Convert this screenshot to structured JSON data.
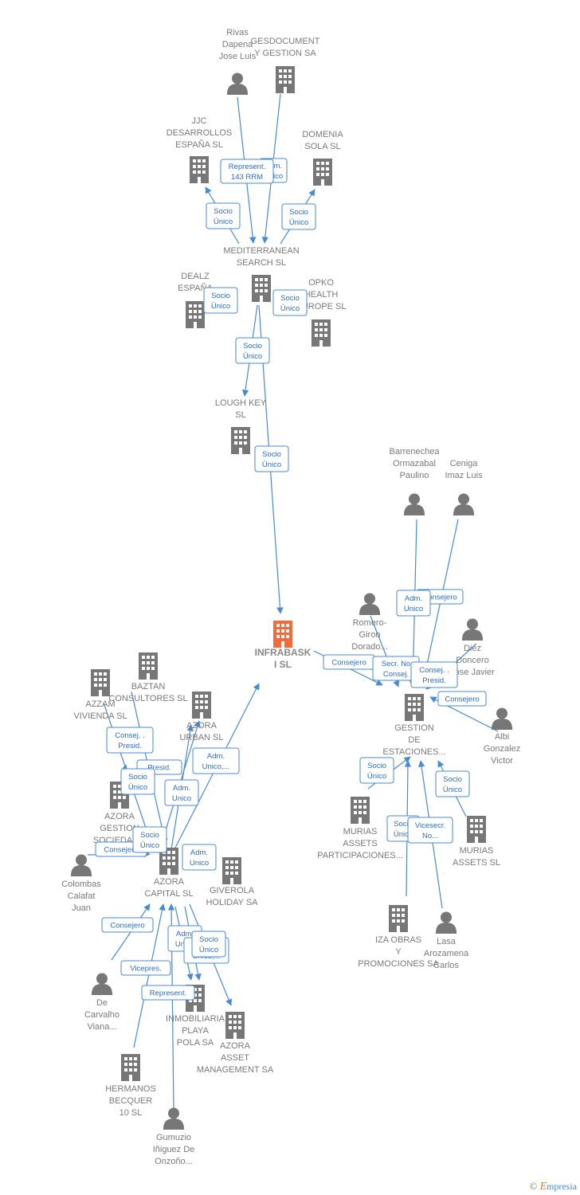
{
  "colors": {
    "edge": "#4a8ad4",
    "node": "#777777",
    "main": "#f26b3a",
    "label": "#7a7a7a"
  },
  "nodes": [
    {
      "id": "rivas",
      "type": "person",
      "lines": [
        "Rivas",
        "Dapena",
        "Jose Luis"
      ]
    },
    {
      "id": "gesdoc",
      "type": "company",
      "lines": [
        "GESDOCUMENT",
        "Y GESTION SA"
      ]
    },
    {
      "id": "jjc",
      "type": "company",
      "lines": [
        "JJC",
        "DESARROLLOS",
        "ESPAÑA  SL"
      ]
    },
    {
      "id": "domenia",
      "type": "company",
      "lines": [
        "DOMENIA",
        "SOLA SL"
      ]
    },
    {
      "id": "med",
      "type": "company",
      "lines": [
        "MEDITERRANEAN",
        "SEARCH SL"
      ]
    },
    {
      "id": "dealz",
      "type": "company",
      "lines": [
        "DEALZ",
        "ESPAÑA"
      ]
    },
    {
      "id": "opko",
      "type": "company",
      "lines": [
        "OPKO",
        "HEALTH",
        "EUROPE  SL"
      ]
    },
    {
      "id": "lough",
      "type": "company",
      "lines": [
        "LOUGH KEY",
        "SL"
      ]
    },
    {
      "id": "infra",
      "type": "main",
      "lines": [
        "INFRABASK",
        "I  SL"
      ]
    },
    {
      "id": "barren",
      "type": "person",
      "lines": [
        "Barrenechea",
        "Ormazabal",
        "Paulino"
      ]
    },
    {
      "id": "ceniga",
      "type": "person",
      "lines": [
        "Ceniga",
        "Imaz Luis"
      ]
    },
    {
      "id": "romero",
      "type": "person",
      "lines": [
        "Romero-",
        "Giron",
        "Dorado..."
      ]
    },
    {
      "id": "diez",
      "type": "person",
      "lines": [
        "Diez",
        "Doncero",
        "Jose Javier"
      ]
    },
    {
      "id": "gestion",
      "type": "company",
      "lines": [
        "GESTION",
        "DE",
        "ESTACIONES..."
      ]
    },
    {
      "id": "albi",
      "type": "person",
      "lines": [
        "Albi",
        "Gonzalez",
        "Victor"
      ]
    },
    {
      "id": "muriasap",
      "type": "company",
      "lines": [
        "MURIAS",
        "ASSETS",
        "PARTICIPACIONES..."
      ]
    },
    {
      "id": "muriasa",
      "type": "company",
      "lines": [
        "MURIAS",
        "ASSETS  SL"
      ]
    },
    {
      "id": "iza",
      "type": "company",
      "lines": [
        "IZA OBRAS",
        "Y",
        "PROMOCIONES SA"
      ]
    },
    {
      "id": "lasa",
      "type": "person",
      "lines": [
        "Lasa",
        "Arozamena",
        "Carlos"
      ]
    },
    {
      "id": "azzam",
      "type": "company",
      "lines": [
        "AZZAM",
        "VIVIENDA  SL"
      ]
    },
    {
      "id": "baztan",
      "type": "company",
      "lines": [
        "BAZTAN",
        "CONSULTORES SL"
      ]
    },
    {
      "id": "azurban",
      "type": "company",
      "lines": [
        "AZORA",
        "URBAN  SL"
      ]
    },
    {
      "id": "azgest",
      "type": "company",
      "lines": [
        "AZORA",
        "GESTION",
        "SOCIEDAD..."
      ]
    },
    {
      "id": "colombas",
      "type": "person",
      "lines": [
        "Colombas",
        "Calafat",
        "Juan"
      ]
    },
    {
      "id": "azcap",
      "type": "company",
      "lines": [
        "AZORA",
        "CAPITAL  SL"
      ]
    },
    {
      "id": "giverola",
      "type": "company",
      "lines": [
        "GIVEROLA",
        "HOLIDAY SA"
      ]
    },
    {
      "id": "decarv",
      "type": "person",
      "lines": [
        "De",
        "Carvalho",
        "Viana..."
      ]
    },
    {
      "id": "inmob",
      "type": "company",
      "lines": [
        "INMOBILIARIA",
        "PLAYA",
        "POLA SA"
      ]
    },
    {
      "id": "azasset",
      "type": "company",
      "lines": [
        "AZORA",
        "ASSET",
        "MANAGEMENT SA"
      ]
    },
    {
      "id": "hermanos",
      "type": "company",
      "lines": [
        "HERMANOS",
        "BECQUER",
        "10 SL"
      ]
    },
    {
      "id": "gumuzio",
      "type": "person",
      "lines": [
        "Gumuzio",
        "Iñiguez De",
        "Onzoño..."
      ]
    }
  ],
  "edge_labels": [
    {
      "id": "e1",
      "lines": [
        "Adm.",
        "Unico"
      ]
    },
    {
      "id": "e2",
      "lines": [
        "Represent.",
        "143 RRM"
      ]
    },
    {
      "id": "e3",
      "lines": [
        "Socio",
        "Único"
      ]
    },
    {
      "id": "e4",
      "lines": [
        "Socio",
        "Único"
      ]
    },
    {
      "id": "e5",
      "lines": [
        "Socio",
        "Único"
      ]
    },
    {
      "id": "e6",
      "lines": [
        "Socio",
        "Único"
      ]
    },
    {
      "id": "e7",
      "lines": [
        "Socio",
        "Único"
      ]
    },
    {
      "id": "e8",
      "lines": [
        "Socio",
        "Único"
      ]
    },
    {
      "id": "e9",
      "lines": [
        "Consejero"
      ]
    },
    {
      "id": "e10",
      "lines": [
        "Adm.",
        "Unico"
      ]
    },
    {
      "id": "e11",
      "lines": [
        "Consejero"
      ]
    },
    {
      "id": "e12",
      "lines": [
        "Secr.  No",
        "Consej."
      ]
    },
    {
      "id": "e13",
      "lines": [
        "Consej. .",
        "Presid."
      ]
    },
    {
      "id": "e14",
      "lines": [
        "Consejero"
      ]
    },
    {
      "id": "e15",
      "lines": [
        "Socio",
        "Único"
      ]
    },
    {
      "id": "e16",
      "lines": [
        "Socio",
        "Único"
      ]
    },
    {
      "id": "e17",
      "lines": [
        "Socio",
        "Único"
      ]
    },
    {
      "id": "e18",
      "lines": [
        "Vicesecr.",
        "No..."
      ]
    },
    {
      "id": "e19",
      "lines": [
        "Consej. .",
        "Presid."
      ]
    },
    {
      "id": "e20",
      "lines": [
        "Presid."
      ]
    },
    {
      "id": "e21",
      "lines": [
        "Socio",
        "Único"
      ]
    },
    {
      "id": "e22",
      "lines": [
        "Adm.",
        "Unico,..."
      ]
    },
    {
      "id": "e23",
      "lines": [
        "Adm.",
        "Unico"
      ]
    },
    {
      "id": "e24",
      "lines": [
        "Consejero"
      ]
    },
    {
      "id": "e25",
      "lines": [
        "Socio",
        "Único"
      ]
    },
    {
      "id": "e26",
      "lines": [
        "Adm.",
        "Unico"
      ]
    },
    {
      "id": "e27",
      "lines": [
        "Consejero"
      ]
    },
    {
      "id": "e28",
      "lines": [
        "Adm.",
        "Unico"
      ]
    },
    {
      "id": "e29",
      "lines": [
        "Adm.",
        "Unico,..."
      ]
    },
    {
      "id": "e30",
      "lines": [
        "Socio",
        "Único"
      ]
    },
    {
      "id": "e31",
      "lines": [
        "Vicepres."
      ]
    },
    {
      "id": "e32",
      "lines": [
        "Represent."
      ]
    }
  ],
  "footer": {
    "copyright": "©",
    "brand_e": "E",
    "brand_rest": "mpresia"
  }
}
